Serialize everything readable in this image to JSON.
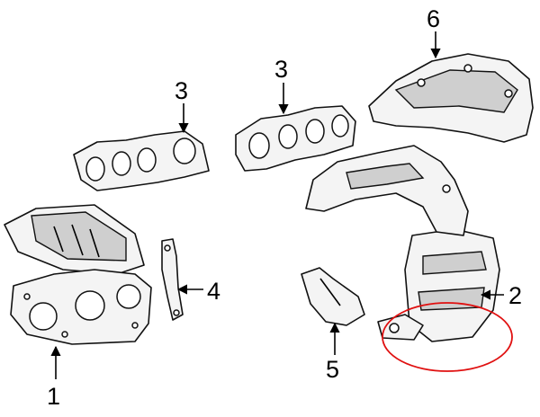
{
  "callouts": [
    {
      "label": "1"
    },
    {
      "label": "2"
    },
    {
      "label": "3"
    },
    {
      "label": "3"
    },
    {
      "label": "4"
    },
    {
      "label": "5"
    },
    {
      "label": "6"
    }
  ],
  "colors": {
    "highlight": "#e01010",
    "line": "#111111",
    "background": "#ffffff"
  }
}
